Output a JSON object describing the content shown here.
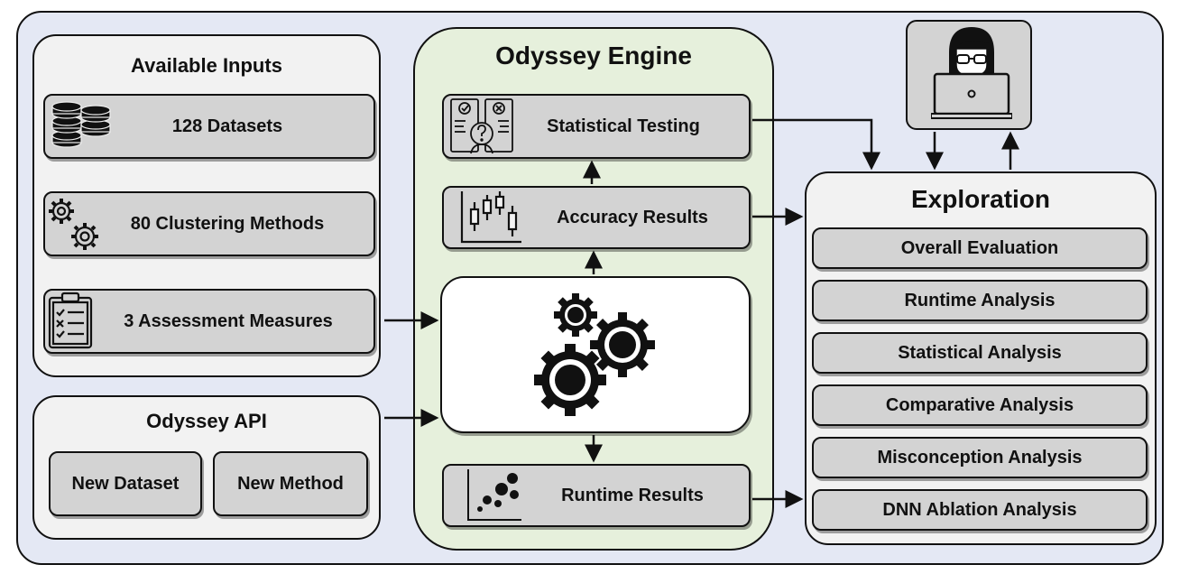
{
  "available_inputs": {
    "title": "Available Inputs",
    "items": [
      {
        "label": "128 Datasets",
        "icon": "database-stack-icon"
      },
      {
        "label": "80 Clustering Methods",
        "icon": "gears-icon"
      },
      {
        "label": "3 Assessment Measures",
        "icon": "clipboard-checklist-icon"
      }
    ]
  },
  "api": {
    "title": "Odyssey API",
    "new_dataset": "New Dataset",
    "new_method": "New Method"
  },
  "engine": {
    "title": "Odyssey Engine",
    "statistical_testing": "Statistical Testing",
    "accuracy_results": "Accuracy Results",
    "runtime_results": "Runtime Results",
    "core_icon": "gears-icon"
  },
  "exploration": {
    "title": "Exploration",
    "items": [
      "Overall Evaluation",
      "Runtime Analysis",
      "Statistical Analysis",
      "Comparative Analysis",
      "Misconception Analysis",
      "DNN Ablation Analysis"
    ]
  },
  "user": {
    "icon": "person-laptop-icon"
  }
}
